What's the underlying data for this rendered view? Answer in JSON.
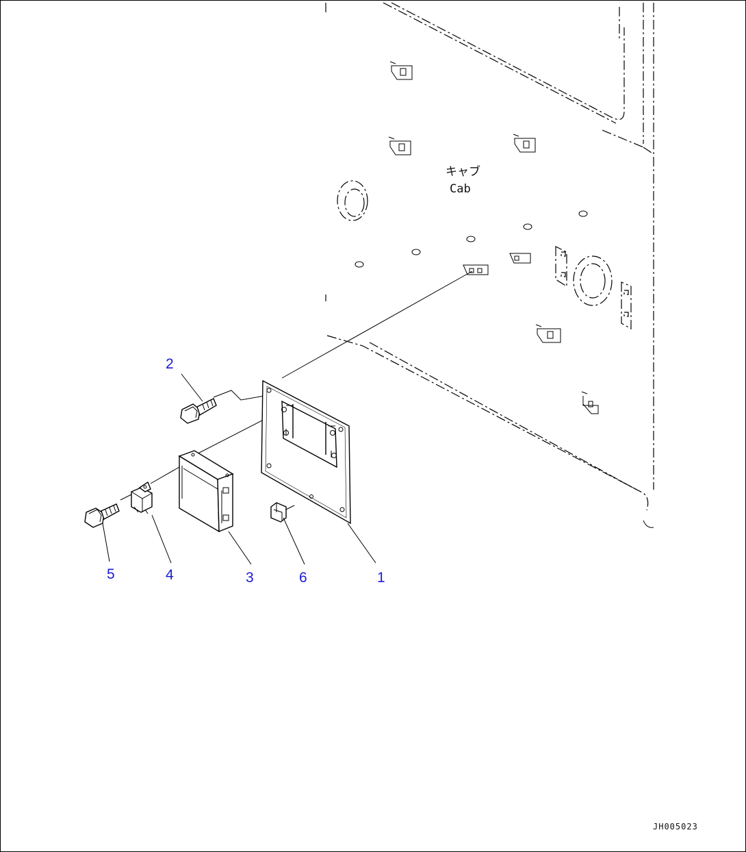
{
  "cab_label": {
    "jp": "キャブ",
    "en": "Cab"
  },
  "part_numbers": {
    "p1": "1",
    "p2": "2",
    "p3": "3",
    "p4": "4",
    "p5": "5",
    "p6": "6"
  },
  "drawing_id": "JH005023",
  "colors": {
    "callout": "#1a1ad6",
    "line": "#000000"
  }
}
